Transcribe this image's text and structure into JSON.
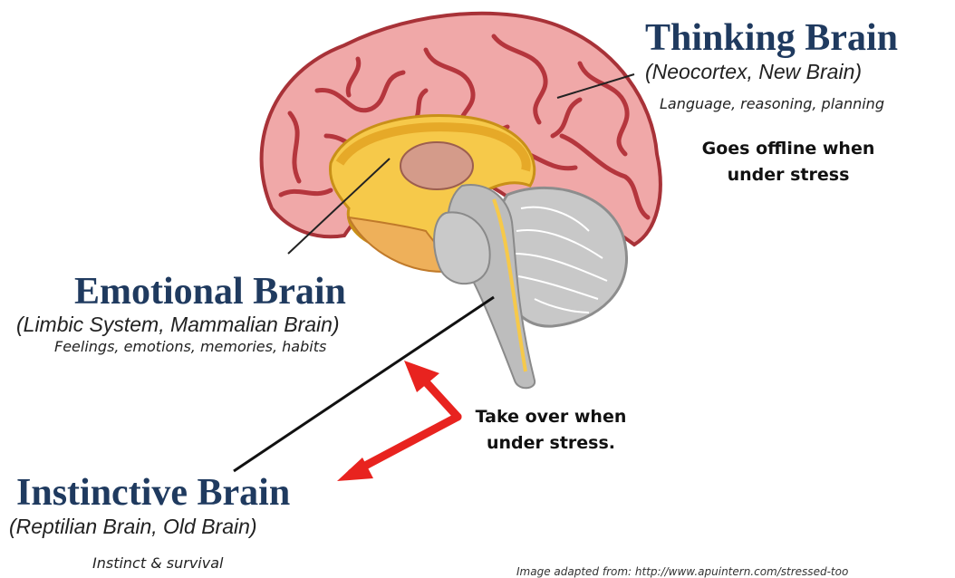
{
  "thinking": {
    "title": "Thinking Brain",
    "subtitle": "(Neocortex, New Brain)",
    "description": "Language, reasoning, planning",
    "note_line1": "Goes offline when",
    "note_line2": "under stress"
  },
  "emotional": {
    "title": "Emotional Brain",
    "subtitle": "(Limbic System, Mammalian Brain)",
    "description": "Feelings, emotions, memories, habits"
  },
  "instinctive": {
    "title": "Instinctive Brain",
    "subtitle": "(Reptilian Brain, Old Brain)",
    "description": "Instinct & survival"
  },
  "stress_note": {
    "line1": "Take over when",
    "line2": "under stress."
  },
  "credit": "Image adapted from: http://www.apuintern.com/stressed-too",
  "colors": {
    "title_blue": "#1f3a5f",
    "cortex_pink": "#f0a8a8",
    "cortex_fold": "#b5363d",
    "limbic_yellow": "#f6c94a",
    "thalamus": "#d49b8a",
    "cerebellum_gray": "#c8c8c8",
    "brainstem_gray": "#bdbdbd",
    "arrow_red": "#e8231f"
  }
}
